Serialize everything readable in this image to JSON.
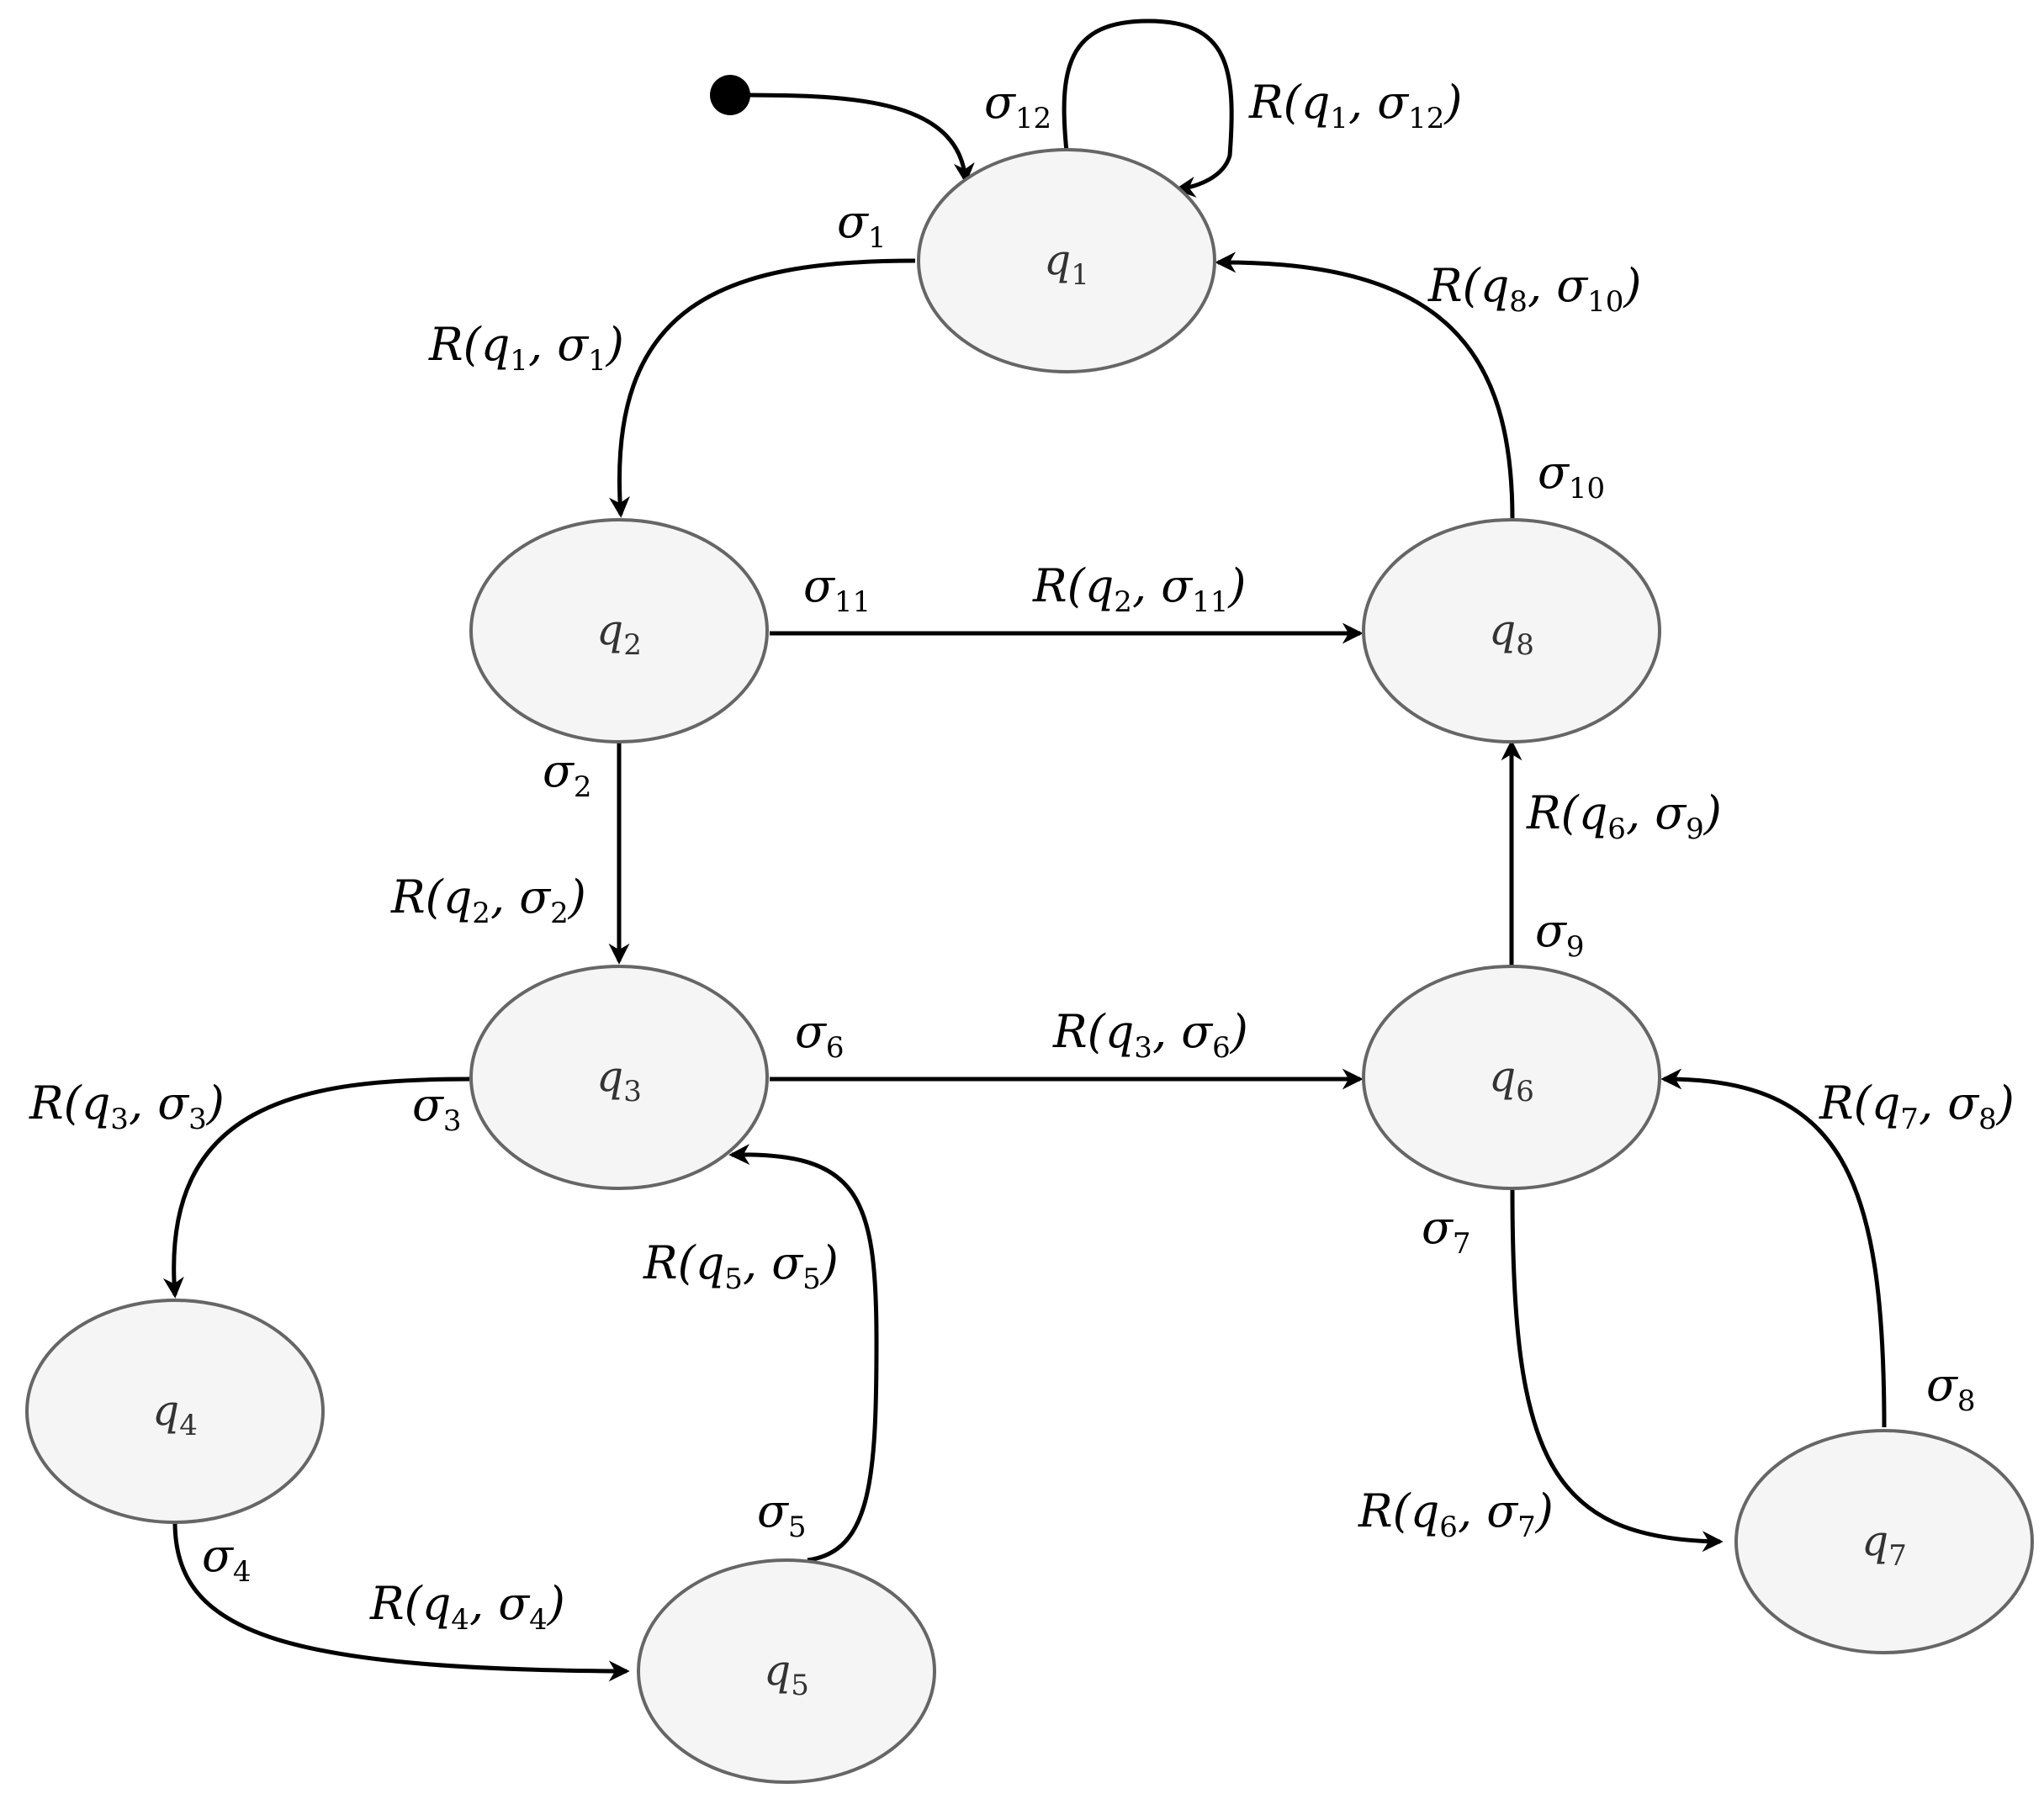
{
  "colors": {
    "state_fill": "#f5f5f5",
    "state_stroke": "#666666",
    "edge": "#000000",
    "text": "#000000",
    "state_text": "#333333"
  },
  "states": [
    {
      "id": "q1",
      "base": "q",
      "sub": "1"
    },
    {
      "id": "q2",
      "base": "q",
      "sub": "2"
    },
    {
      "id": "q3",
      "base": "q",
      "sub": "3"
    },
    {
      "id": "q4",
      "base": "q",
      "sub": "4"
    },
    {
      "id": "q5",
      "base": "q",
      "sub": "5"
    },
    {
      "id": "q6",
      "base": "q",
      "sub": "6"
    },
    {
      "id": "q7",
      "base": "q",
      "sub": "7"
    },
    {
      "id": "q8",
      "base": "q",
      "sub": "8"
    }
  ],
  "edges": [
    {
      "id": "init",
      "from": "start",
      "to": "q1",
      "event": null,
      "reward": null
    },
    {
      "id": "e12",
      "from": "q1",
      "to": "q1",
      "event": {
        "base": "σ",
        "sub": "12"
      },
      "reward": {
        "pre": "R(q",
        "s1": "1",
        "mid": ", σ",
        "s2": "12",
        "post": ")"
      }
    },
    {
      "id": "e1",
      "from": "q1",
      "to": "q2",
      "event": {
        "base": "σ",
        "sub": "1"
      },
      "reward": {
        "pre": "R(q",
        "s1": "1",
        "mid": ", σ",
        "s2": "1",
        "post": ")"
      }
    },
    {
      "id": "e11",
      "from": "q2",
      "to": "q8",
      "event": {
        "base": "σ",
        "sub": "11"
      },
      "reward": {
        "pre": "R(q",
        "s1": "2",
        "mid": ", σ",
        "s2": "11",
        "post": ")"
      }
    },
    {
      "id": "e10",
      "from": "q8",
      "to": "q1",
      "event": {
        "base": "σ",
        "sub": "10"
      },
      "reward": {
        "pre": "R(q",
        "s1": "8",
        "mid": ", σ",
        "s2": "10",
        "post": ")"
      }
    },
    {
      "id": "e2",
      "from": "q2",
      "to": "q3",
      "event": {
        "base": "σ",
        "sub": "2"
      },
      "reward": {
        "pre": "R(q",
        "s1": "2",
        "mid": ", σ",
        "s2": "2",
        "post": ")"
      }
    },
    {
      "id": "e9",
      "from": "q6",
      "to": "q8",
      "event": {
        "base": "σ",
        "sub": "9"
      },
      "reward": {
        "pre": "R(q",
        "s1": "6",
        "mid": ", σ",
        "s2": "9",
        "post": ")"
      }
    },
    {
      "id": "e6",
      "from": "q3",
      "to": "q6",
      "event": {
        "base": "σ",
        "sub": "6"
      },
      "reward": {
        "pre": "R(q",
        "s1": "3",
        "mid": ", σ",
        "s2": "6",
        "post": ")"
      }
    },
    {
      "id": "e3",
      "from": "q3",
      "to": "q4",
      "event": {
        "base": "σ",
        "sub": "3"
      },
      "reward": {
        "pre": "R(q",
        "s1": "3",
        "mid": ", σ",
        "s2": "3",
        "post": ")"
      }
    },
    {
      "id": "e5",
      "from": "q5",
      "to": "q3",
      "event": {
        "base": "σ",
        "sub": "5"
      },
      "reward": {
        "pre": "R(q",
        "s1": "5",
        "mid": ", σ",
        "s2": "5",
        "post": ")"
      }
    },
    {
      "id": "e4",
      "from": "q4",
      "to": "q5",
      "event": {
        "base": "σ",
        "sub": "4"
      },
      "reward": {
        "pre": "R(q",
        "s1": "4",
        "mid": ", σ",
        "s2": "4",
        "post": ")"
      }
    },
    {
      "id": "e7",
      "from": "q6",
      "to": "q7",
      "event": {
        "base": "σ",
        "sub": "7"
      },
      "reward": {
        "pre": "R(q",
        "s1": "6",
        "mid": ", σ",
        "s2": "7",
        "post": ")"
      }
    },
    {
      "id": "e8",
      "from": "q7",
      "to": "q6",
      "event": {
        "base": "σ",
        "sub": "8"
      },
      "reward": {
        "pre": "R(q",
        "s1": "7",
        "mid": ", σ",
        "s2": "8",
        "post": ")"
      }
    }
  ]
}
